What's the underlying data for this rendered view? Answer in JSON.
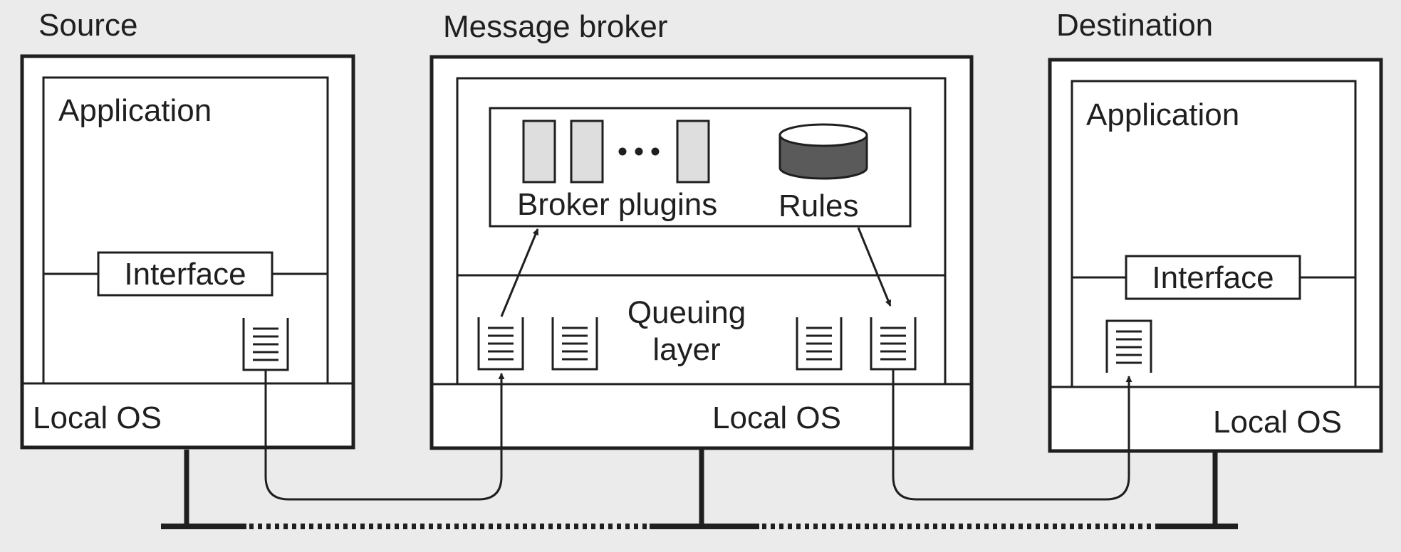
{
  "source": {
    "title": "Source",
    "application_label": "Application",
    "interface_label": "Interface",
    "os_label": "Local OS"
  },
  "broker": {
    "title": "Message broker",
    "plugins_label": "Broker plugins",
    "rules_label": "Rules",
    "queuing_label_line1": "Queuing",
    "queuing_label_line2": "layer",
    "os_label": "Local OS"
  },
  "destination": {
    "title": "Destination",
    "application_label": "Application",
    "interface_label": "Interface",
    "os_label": "Local OS"
  },
  "colors": {
    "background": "#ebebeb",
    "box_fill": "#ffffff",
    "stroke": "#1f1f1f",
    "plugin_fill": "#dedede",
    "rules_fill": "#5a5a5a"
  }
}
